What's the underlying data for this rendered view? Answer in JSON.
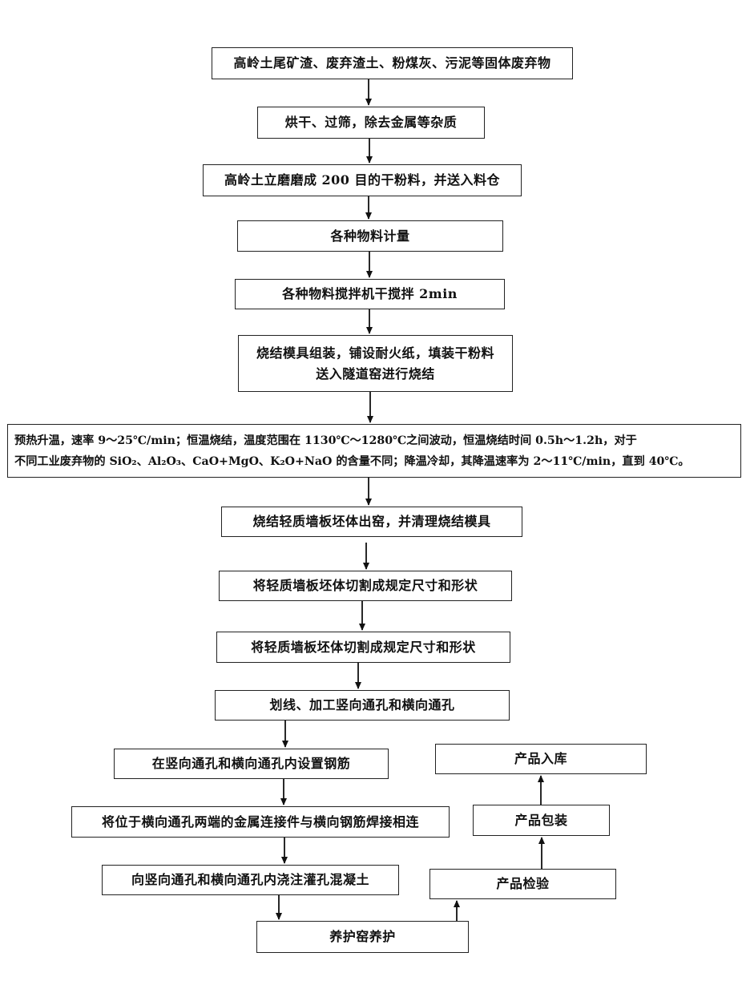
{
  "diagram": {
    "nodes": [
      {
        "id": "n1",
        "lines": [
          "高岭土尾矿渣、废弃渣土、粉煤灰、污泥等固体废弃物"
        ]
      },
      {
        "id": "n2",
        "lines": [
          "烘干、过筛，除去金属等杂质"
        ]
      },
      {
        "id": "n3",
        "lines": [
          "高岭土立磨磨成 200 目的干粉料，并送入料仓"
        ]
      },
      {
        "id": "n4",
        "lines": [
          "各种物料计量"
        ]
      },
      {
        "id": "n5",
        "lines": [
          "各种物料搅拌机干搅拌 2min"
        ]
      },
      {
        "id": "n6",
        "lines": [
          "烧结模具组装，铺设耐火纸，填装干粉料",
          "送入隧道窑进行烧结"
        ]
      },
      {
        "id": "n7",
        "lines": [
          "预热升温，速率 9～25℃/min；恒温烧结，温度范围在 1130℃～1280℃之间波动，恒温烧结时间 0.5h～1.2h，对于",
          "不同工业废弃物的 SiO₂、Al₂O₃、CaO+MgO、K₂O+NaO 的含量不同；降温冷却，其降温速率为 2～11℃/min，直到 40℃。"
        ]
      },
      {
        "id": "n8",
        "lines": [
          "烧结轻质墙板坯体出窑，并清理烧结模具"
        ]
      },
      {
        "id": "n9",
        "lines": [
          "将轻质墙板坯体切割成规定尺寸和形状"
        ]
      },
      {
        "id": "n10",
        "lines": [
          "将轻质墙板坯体切割成规定尺寸和形状"
        ]
      },
      {
        "id": "n11",
        "lines": [
          "划线、加工竖向通孔和横向通孔"
        ]
      },
      {
        "id": "n12",
        "lines": [
          "在竖向通孔和横向通孔内设置钢筋"
        ]
      },
      {
        "id": "n13",
        "lines": [
          "将位于横向通孔两端的金属连接件与横向钢筋焊接相连"
        ]
      },
      {
        "id": "n14",
        "lines": [
          "向竖向通孔和横向通孔内浇注灌孔混凝土"
        ]
      },
      {
        "id": "n15",
        "lines": [
          "养护窑养护"
        ]
      },
      {
        "id": "n16",
        "lines": [
          "产品检验"
        ]
      },
      {
        "id": "n17",
        "lines": [
          "产品包装"
        ]
      },
      {
        "id": "n18",
        "lines": [
          "产品入库"
        ]
      }
    ],
    "edges": [
      [
        "n1",
        "n2"
      ],
      [
        "n2",
        "n3"
      ],
      [
        "n3",
        "n4"
      ],
      [
        "n4",
        "n5"
      ],
      [
        "n5",
        "n6"
      ],
      [
        "n6",
        "n7"
      ],
      [
        "n7",
        "n8"
      ],
      [
        "n8",
        "n9"
      ],
      [
        "n9",
        "n10"
      ],
      [
        "n10",
        "n11"
      ],
      [
        "n11",
        "n12"
      ],
      [
        "n12",
        "n13"
      ],
      [
        "n13",
        "n14"
      ],
      [
        "n14",
        "n15"
      ],
      [
        "n15",
        "n16"
      ],
      [
        "n16",
        "n17"
      ],
      [
        "n17",
        "n18"
      ]
    ]
  }
}
